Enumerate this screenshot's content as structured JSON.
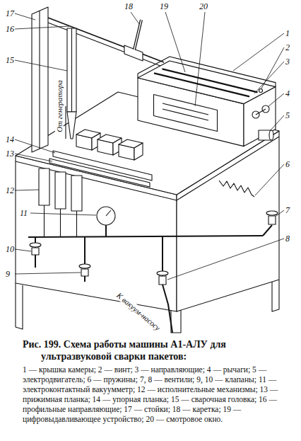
{
  "diagram": {
    "caption": "Рис. 199. Схема работы машины А1-АЛУ для ультразвуковой сварки пакетов:",
    "labels": [
      "1",
      "2",
      "3",
      "4",
      "5",
      "6",
      "7",
      "8",
      "9",
      "10",
      "11",
      "12",
      "13",
      "14",
      "15",
      "16",
      "17",
      "18",
      "19",
      "20",
      "От генератора",
      "К вакуум-насосу",
      "1 — крышка камеры; 2 — винт; 3 — направляющие; 4 — рычаги; 5 — электродвигатель; 6 — пружины; 7, 8 — вентили; 9, 10 — клапаны; 11 — электроконтактный вакуумметр; 12 — исполнительные механизмы; 13 — прижимная планка; 14 — упорная планка; 15 — сварочная головка; 16 — профильные направляющие; 17 — стойки; 18 — каретка; 19 — цифровыдавливающее устройство; 20 — смотровое окно."
    ]
  }
}
